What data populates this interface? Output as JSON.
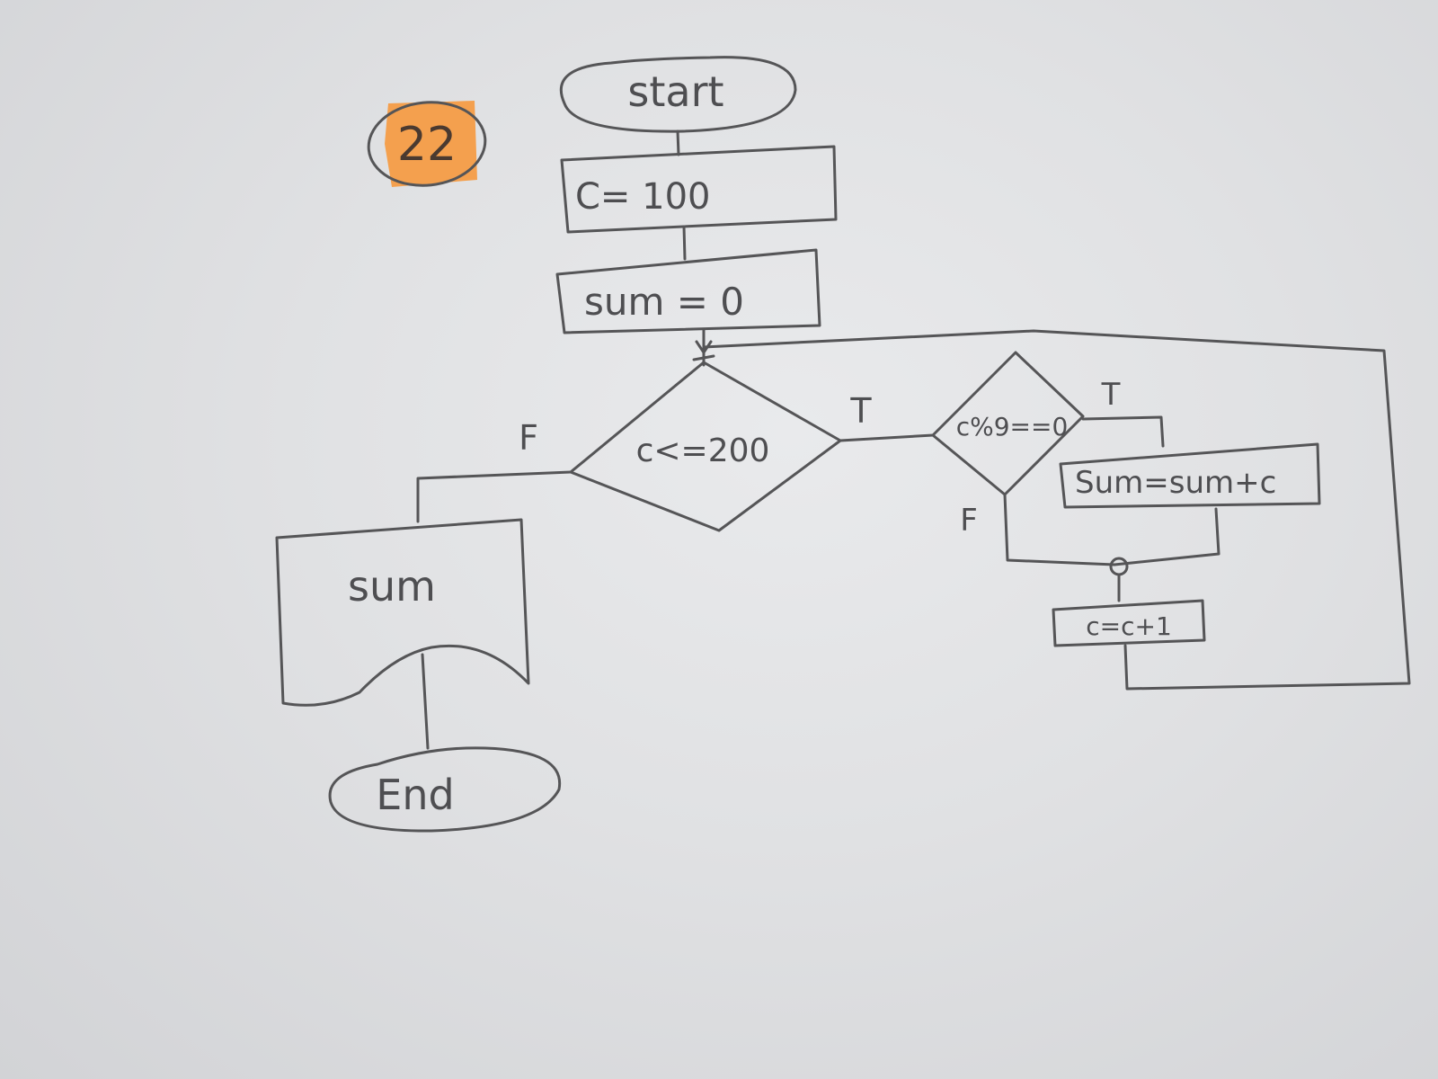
{
  "badge": {
    "number": "22",
    "highlight_color": "#f4a04e"
  },
  "nodes": {
    "start": "start",
    "init_c": "C= 100",
    "init_sum": "sum = 0",
    "loop_condition": "c<=200",
    "mod_condition": "c%9==0",
    "accumulate": "Sum=sum+c",
    "increment": "c=c+1",
    "output": "sum",
    "end": "End"
  },
  "labels": {
    "loop_true": "T",
    "loop_false": "F",
    "mod_true": "T",
    "mod_false": "F"
  },
  "colors": {
    "paper": "#e4e5e7",
    "ink": "#555557"
  }
}
